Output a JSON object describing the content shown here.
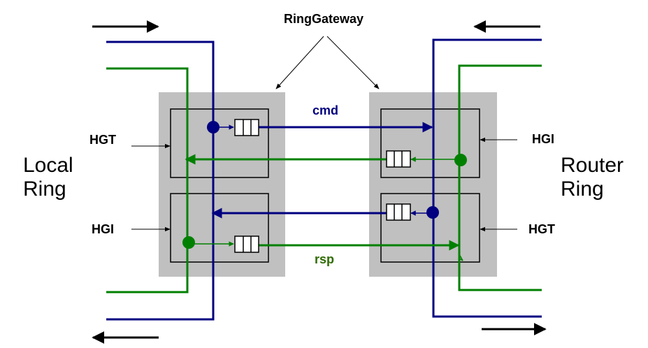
{
  "title": "RingGateway",
  "labels": {
    "local_ring_line1": "Local",
    "local_ring_line2": "Ring",
    "router_ring_line1": "Router",
    "router_ring_line2": "Ring",
    "left_top_block": "HGT",
    "left_bottom_block": "HGI",
    "right_top_block": "HGI",
    "right_bottom_block": "HGT",
    "cmd": "cmd",
    "rsp": "rsp"
  },
  "colors": {
    "command_path": "#000080",
    "response_path": "#008000",
    "gateway_box": "#c0c0c0",
    "arrow": "#000000"
  }
}
